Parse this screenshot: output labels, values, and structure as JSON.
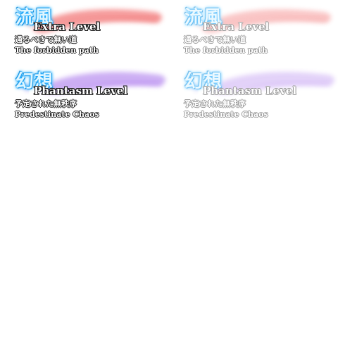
{
  "sprites": [
    {
      "title_kanji": "流風",
      "level": "Extra Level",
      "subtitle_jp": "通るべきで無い道",
      "subtitle_en": "The forbidden path",
      "brush_color": "#ee4a4a",
      "variant": "active"
    },
    {
      "title_kanji": "流風",
      "level": "Extra Level",
      "subtitle_jp": "通るべきで無い道",
      "subtitle_en": "The forbidden path",
      "brush_color": "#ee4a4a",
      "variant": "faded"
    },
    {
      "title_kanji": "幻想",
      "level": "Phantasm Level",
      "subtitle_jp": "予定された無秩序",
      "subtitle_en": "Predestinate Chaos",
      "brush_color": "#9a5ee8",
      "variant": "active"
    },
    {
      "title_kanji": "幻想",
      "level": "Phantasm Level",
      "subtitle_jp": "予定された無秩序",
      "subtitle_en": "Predestinate Chaos",
      "brush_color": "#9a5ee8",
      "variant": "faded"
    }
  ],
  "colors": {
    "background": "#ffffff",
    "kanji_glow": "#1aa8ff",
    "text_outline": "#111111"
  }
}
